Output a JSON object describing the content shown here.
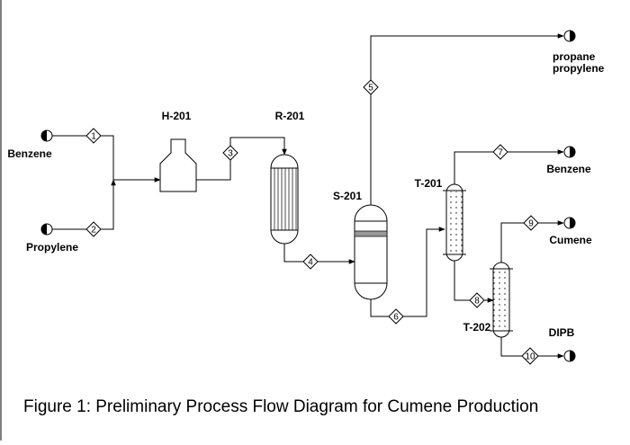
{
  "diagram": {
    "equipment": {
      "h201": "H-201",
      "r201": "R-201",
      "s201": "S-201",
      "t201": "T-201",
      "t202": "T-202"
    },
    "terminals": {
      "benzene_in": "Benzene",
      "propylene_in": "Propylene",
      "purge_line1": "propane",
      "purge_line2": "propylene",
      "benzene_out": "Benzene",
      "cumene_out": "Cumene",
      "dipb_out": "DIPB"
    },
    "streams": [
      "1",
      "2",
      "3",
      "4",
      "5",
      "6",
      "7",
      "8",
      "9",
      "10"
    ],
    "caption": "Figure 1:  Preliminary Process Flow Diagram for Cumene Production"
  }
}
